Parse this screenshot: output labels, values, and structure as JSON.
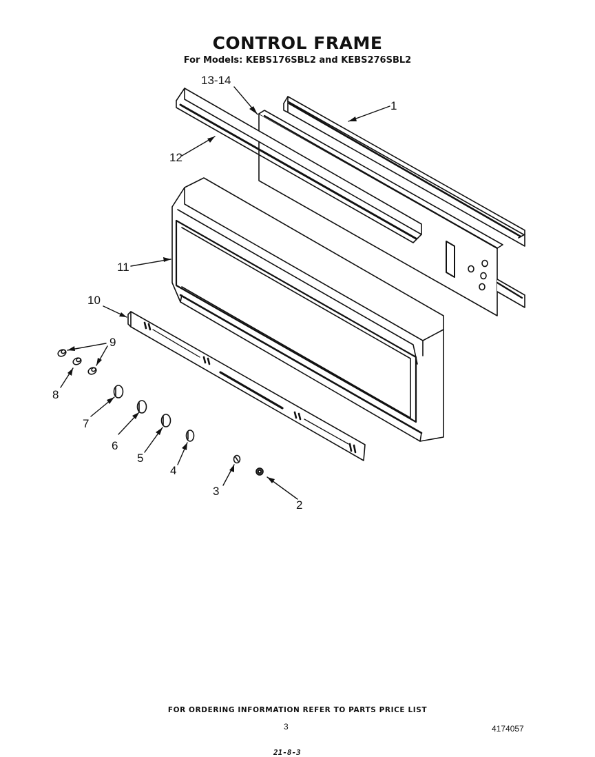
{
  "header": {
    "title": "CONTROL FRAME",
    "subtitle": "For Models: KEBS176SBL2 and KEBS276SBL2"
  },
  "callouts": {
    "c1": "1",
    "c2": "2",
    "c3": "3",
    "c4": "4",
    "c5": "5",
    "c6": "6",
    "c7": "7",
    "c8": "8",
    "c9": "9",
    "c10": "10",
    "c11": "11",
    "c12": "12",
    "c13_14": "13-14"
  },
  "footer": {
    "ordering_note": "FOR ORDERING INFORMATION REFER TO PARTS PRICE LIST",
    "page_number": "3",
    "doc_number": "4174057",
    "handwritten_note": "21-8-3"
  }
}
